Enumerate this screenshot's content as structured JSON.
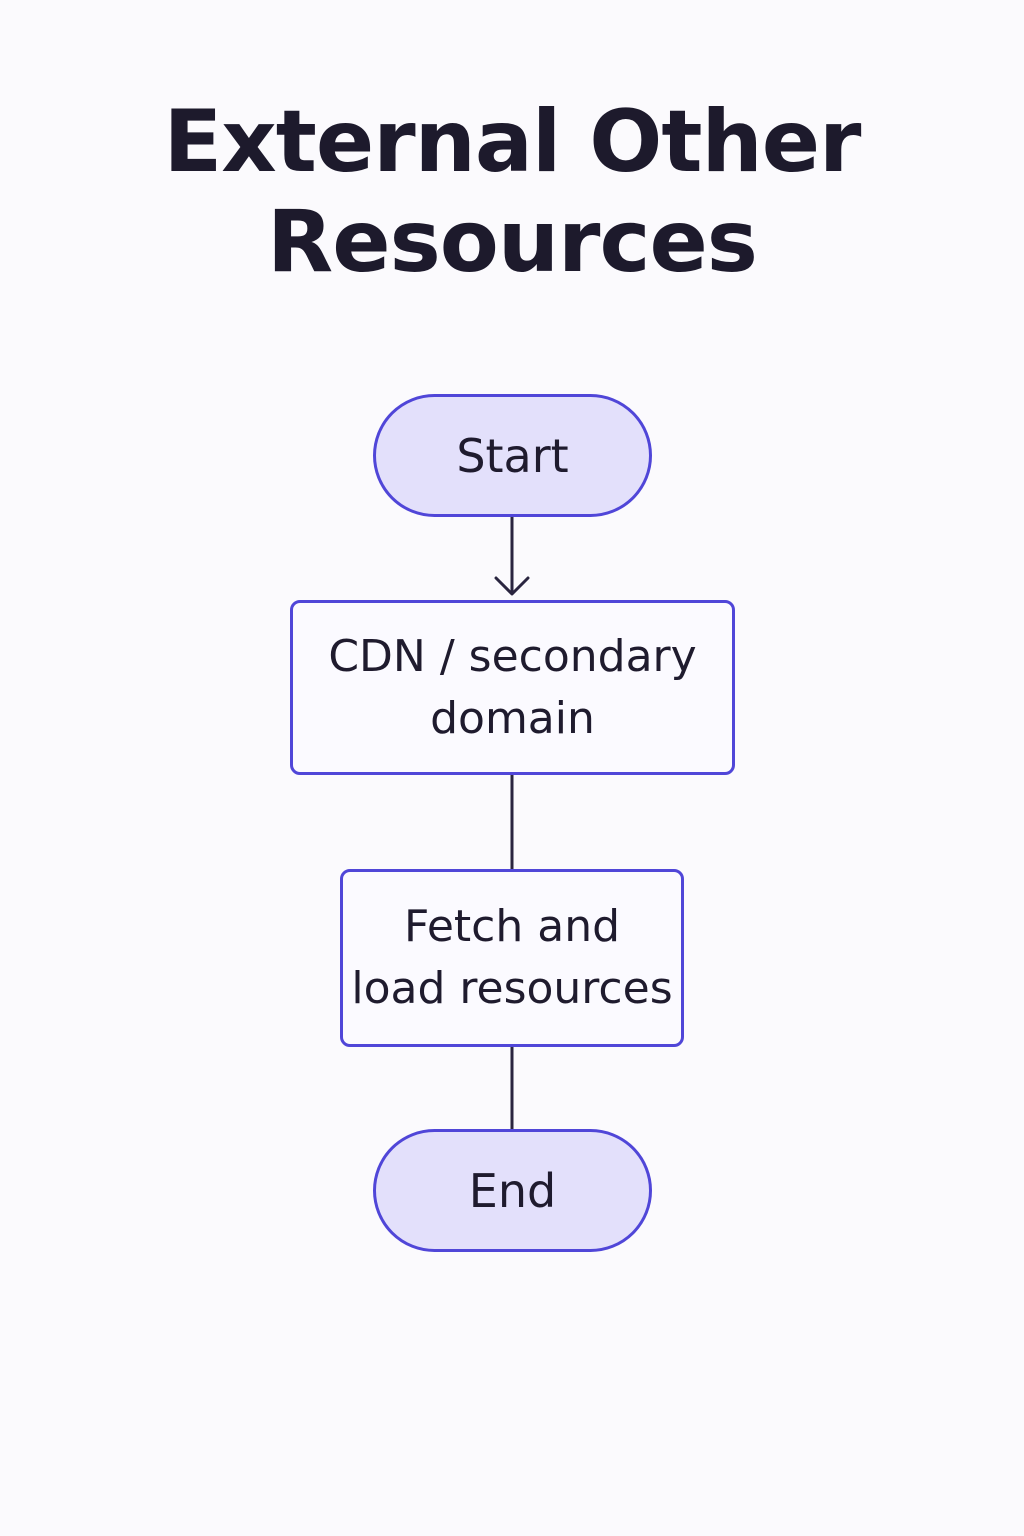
{
  "title": {
    "line1": "External Other",
    "line2": "Resources"
  },
  "nodes": {
    "start": {
      "label": "Start"
    },
    "cdn": {
      "line1": "CDN / secondary",
      "line2": "domain"
    },
    "fetch": {
      "line1": "Fetch and",
      "line2": "load resources"
    },
    "end": {
      "label": "End"
    }
  },
  "colors": {
    "border": "#5046d8",
    "terminal_fill": "#e3e0fb",
    "process_fill": "#fbfaff",
    "text": "#1f1b2e",
    "connector": "#2a2540"
  }
}
